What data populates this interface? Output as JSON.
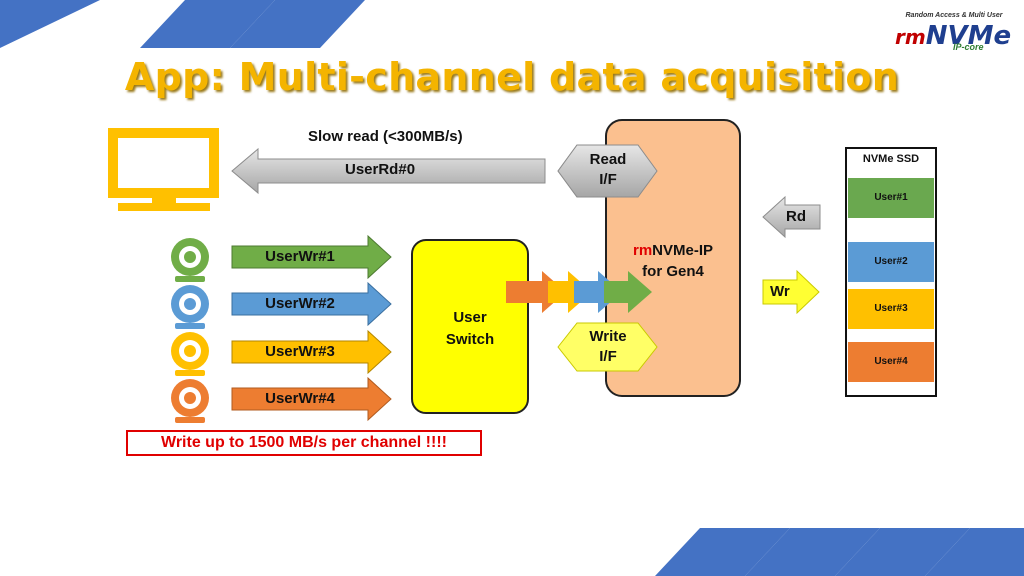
{
  "title": "App: Multi-channel data acquisition",
  "logo": {
    "tagline": "Random Access & Multi User",
    "brand_rm": "rm",
    "brand_main": "NVMe",
    "brand_sub": "IP-core"
  },
  "slow_read_label": "Slow read (<300MB/s)",
  "user_read_label": "UserRd#0",
  "read_if": {
    "line1": "Read",
    "line2": "I/F"
  },
  "write_if": {
    "line1": "Write",
    "line2": "I/F"
  },
  "user_switch": {
    "line1": "User",
    "line2": "Switch"
  },
  "nvme_ip": {
    "prefix": "rm",
    "line1": "NVMe-IP",
    "line2": "for Gen4"
  },
  "rd_label": "Rd",
  "wr_label": "Wr",
  "ssd": {
    "title": "NVMe SSD",
    "users": [
      {
        "label": "User#1",
        "color": "#6aa84f"
      },
      {
        "label": "User#2",
        "color": "#5b9bd5"
      },
      {
        "label": "User#3",
        "color": "#ffc000"
      },
      {
        "label": "User#4",
        "color": "#ed7d31"
      }
    ]
  },
  "channels": [
    {
      "label": "UserWr#1",
      "color": "#70ad47"
    },
    {
      "label": "UserWr#2",
      "color": "#5b9bd5"
    },
    {
      "label": "UserWr#3",
      "color": "#ffc000"
    },
    {
      "label": "UserWr#4",
      "color": "#ed7d31"
    }
  ],
  "note": "Write up to 1500 MB/s per channel !!!!",
  "colors": {
    "accent_blue": "#4472c4",
    "title_gold": "#f4b400",
    "ip_fill": "#fbc08f",
    "switch_fill": "#ffff00",
    "grey_arrow": "#bfbfbf",
    "wr_arrow": "#ffff33",
    "monitor": "#ffc000"
  }
}
